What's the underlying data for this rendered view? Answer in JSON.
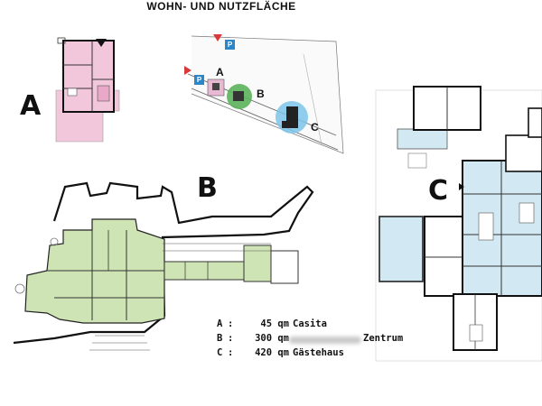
{
  "title": "WOHN- UND NUTZFLÄCHE",
  "plan_labels": {
    "a": "A",
    "b": "B",
    "c": "C"
  },
  "site_plan": {
    "labels": {
      "a": "A",
      "b": "B",
      "c": "C"
    },
    "parking": "P"
  },
  "legend": [
    {
      "letter": "A",
      "area": "45 qm",
      "name": "Casita",
      "name2": ""
    },
    {
      "letter": "B",
      "area": "300 qm",
      "name": "",
      "name2": "Zentrum"
    },
    {
      "letter": "C",
      "area": "420 qm",
      "name": "Gästehaus",
      "name2": ""
    }
  ],
  "colors": {
    "casita_fill": "#f2c7dc",
    "zentrum_fill": "#cfe4b4",
    "gaestehaus_fill": "#d2e8f2",
    "site_green": "#5bb35b",
    "site_blue": "#7cc4ea",
    "parking": "#2a86c8",
    "marker_red": "#d83a3a"
  }
}
